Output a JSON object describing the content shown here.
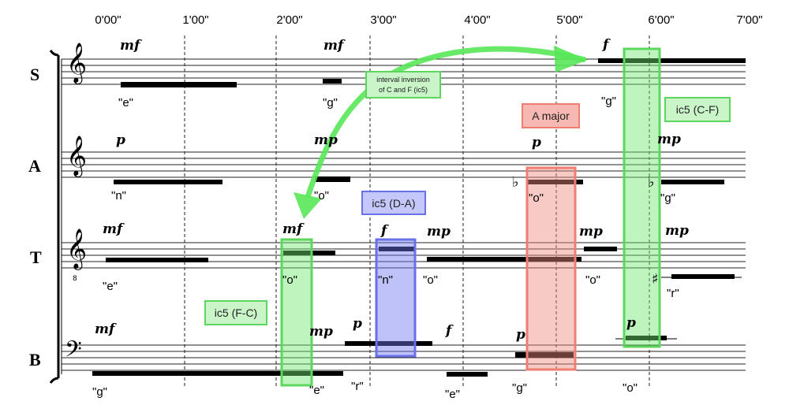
{
  "time_labels": [
    "0'00\"",
    "1'00\"",
    "2'00\"",
    "3'00\"",
    "4'00\"",
    "5'00\"",
    "6'00\"",
    "7'00\""
  ],
  "voices": [
    "S",
    "A",
    "T",
    "B"
  ],
  "soprano": {
    "dynamics": [
      "mf",
      "mf",
      "f"
    ],
    "syllables": [
      "\"e\"",
      "\"g\"",
      "\"g\""
    ]
  },
  "alto": {
    "dynamics": [
      "p",
      "mp",
      "p",
      "mp"
    ],
    "syllables": [
      "\"n\"",
      "\"o\"",
      "\"o\"",
      "\"g\""
    ],
    "accidentals": [
      "♭",
      "♭"
    ]
  },
  "tenor": {
    "dynamics": [
      "mf",
      "mf",
      "f",
      "mp",
      "mp",
      "mp"
    ],
    "syllables": [
      "\"e\"",
      "\"o\"",
      "\"n\"",
      "\"o\"",
      "\"o\"",
      "\"r\""
    ],
    "accidentals": [
      "♯"
    ]
  },
  "bass": {
    "dynamics": [
      "mf",
      "mp",
      "p",
      "f",
      "p",
      "p"
    ],
    "syllables": [
      "\"g\"",
      "\"e\"",
      "\"r\"",
      "\"e\"",
      "\"g\"",
      "\"o\""
    ]
  },
  "annotations": {
    "arrow_label_line1": "interval inversion",
    "arrow_label_line2": "of C and F (ic5)",
    "a_major": "A major",
    "ic5_cf": "ic5 (C-F)",
    "ic5_da": "ic5 (D-A)",
    "ic5_fc": "ic5 (F-C)"
  },
  "colors": {
    "green": "#6ee86e",
    "blue": "#6f78f0",
    "red": "#f08a80",
    "arrow": "#58e858"
  }
}
